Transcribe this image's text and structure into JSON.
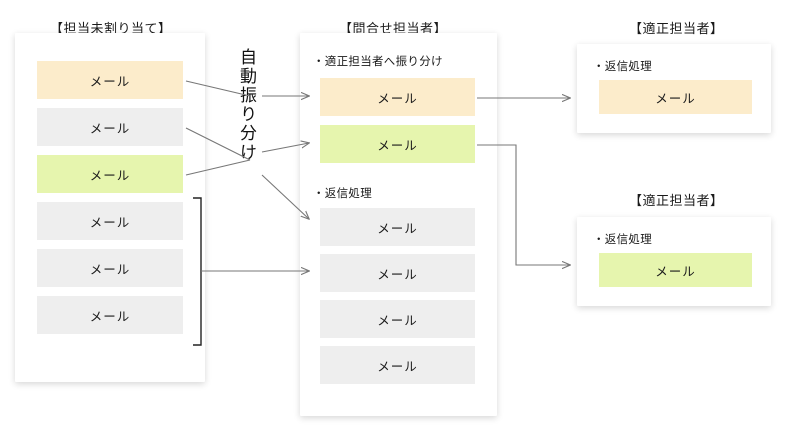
{
  "columns": {
    "unassigned": {
      "title": "【担当未割り当て】",
      "mails": [
        {
          "label": "メール",
          "tone": "cream"
        },
        {
          "label": "メール",
          "tone": "grey"
        },
        {
          "label": "メール",
          "tone": "lime"
        },
        {
          "label": "メール",
          "tone": "grey"
        },
        {
          "label": "メール",
          "tone": "grey"
        },
        {
          "label": "メール",
          "tone": "grey"
        }
      ]
    },
    "inquiry_agent": {
      "title": "【問合せ担当者】",
      "section_route": {
        "label": "・適正担当者へ振り分け",
        "mails": [
          {
            "label": "メール",
            "tone": "cream"
          },
          {
            "label": "メール",
            "tone": "lime"
          }
        ]
      },
      "section_reply": {
        "label": "・返信処理",
        "mails": [
          {
            "label": "メール",
            "tone": "grey"
          },
          {
            "label": "メール",
            "tone": "grey"
          },
          {
            "label": "メール",
            "tone": "grey"
          },
          {
            "label": "メール",
            "tone": "grey"
          }
        ]
      }
    },
    "proper_agent_top": {
      "title": "【適正担当者】",
      "section_reply": {
        "label": "・返信処理",
        "mails": [
          {
            "label": "メール",
            "tone": "cream"
          }
        ]
      }
    },
    "proper_agent_bottom": {
      "title": "【適正担当者】",
      "section_reply": {
        "label": "・返信処理",
        "mails": [
          {
            "label": "メール",
            "tone": "lime"
          }
        ]
      }
    }
  },
  "center_caption": "自動振り分け",
  "colors": {
    "cream": "#fceccb",
    "lime": "#e6f5ae",
    "grey": "#eeeeee",
    "wire": "#777777",
    "bracket": "#222222",
    "text": "#1a1a1a",
    "page_bg": "#ffffff"
  }
}
